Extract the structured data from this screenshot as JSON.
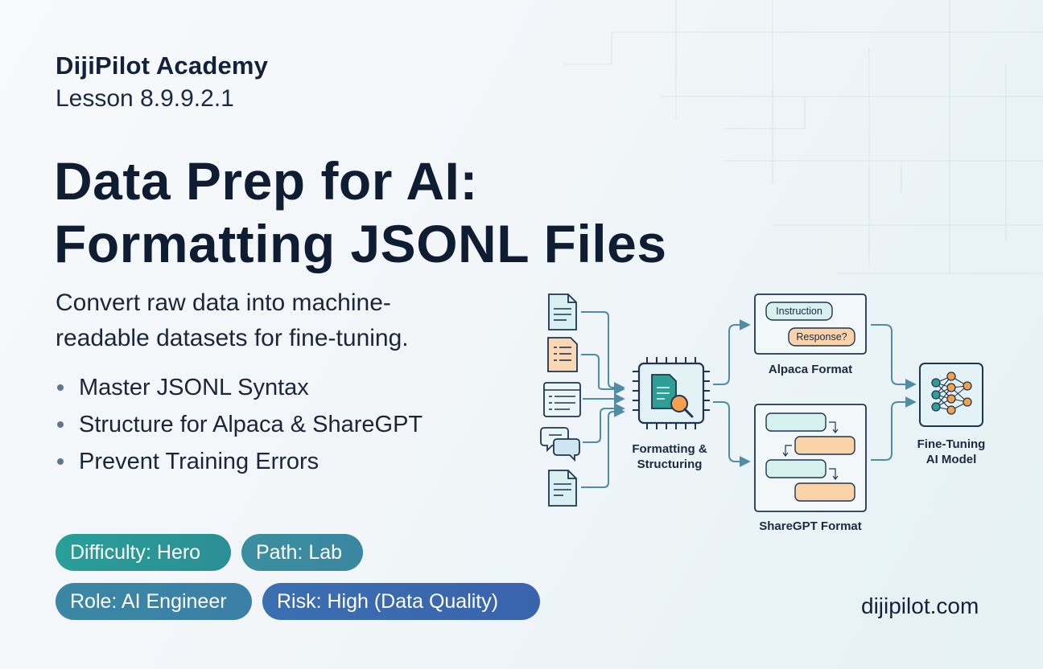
{
  "header": {
    "academy": "DijiPilot Academy",
    "lesson": "Lesson 8.9.9.2.1"
  },
  "title": {
    "line1": "Data Prep for AI:",
    "line2": "Formatting JSONL Files"
  },
  "subtitle": {
    "line1": "Convert raw data into machine-",
    "line2": "readable datasets for fine-tuning."
  },
  "bullets": [
    "Master JSONL Syntax",
    "Structure for Alpaca & ShareGPT",
    "Prevent Training Errors"
  ],
  "badges": {
    "difficulty": "Difficulty: Hero",
    "path": "Path: Lab",
    "role": "Role: AI Engineer",
    "risk": "Risk: High (Data Quality)"
  },
  "site": "dijipilot.com",
  "diagram": {
    "processor_label_1": "Formatting &",
    "processor_label_2": "Structuring",
    "alpaca_instruction": "Instruction",
    "alpaca_response": "Response?",
    "alpaca_label": "Alpaca Format",
    "sharegpt_label": "ShareGPT Format",
    "model_label_1": "Fine-Tuning",
    "model_label_2": "AI Model"
  },
  "colors": {
    "teal": "#2a9e98",
    "blue": "#3a63ad",
    "arrow": "#4f8ca6",
    "orange": "#fbd3a8",
    "mint": "#d7f1ee"
  }
}
